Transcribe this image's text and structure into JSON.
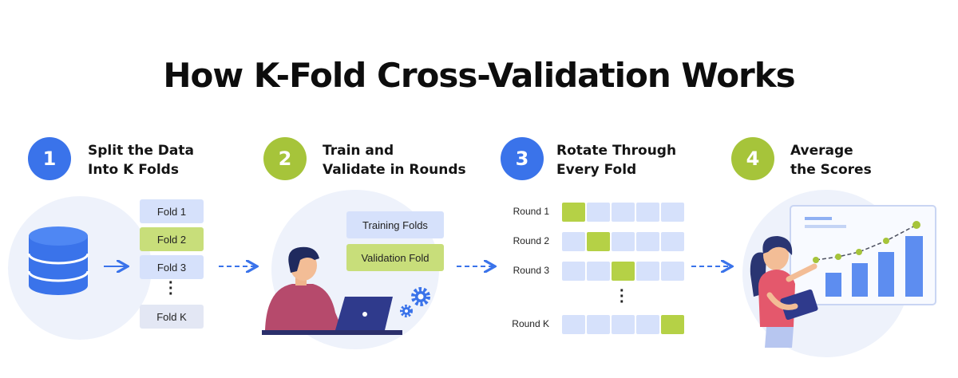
{
  "title": "How K-Fold Cross-Validation Works",
  "steps": [
    {
      "number": "1",
      "line1": "Split the Data",
      "line2": "Into K Folds",
      "color": "#3a73ea"
    },
    {
      "number": "2",
      "line1": "Train and",
      "line2": "Validate in Rounds",
      "color": "#a6c43a"
    },
    {
      "number": "3",
      "line1": "Rotate Through",
      "line2": "Every Fold",
      "color": "#3a73ea"
    },
    {
      "number": "4",
      "line1": "Average",
      "line2": "the Scores",
      "color": "#a6c43a"
    }
  ],
  "folds": [
    "Fold 1",
    "Fold 2",
    "Fold 3",
    "Fold K"
  ],
  "legend": {
    "training": "Training Folds",
    "validation": "Validation Fold"
  },
  "rounds": [
    {
      "label": "Round 1",
      "validation_index": 0
    },
    {
      "label": "Round 2",
      "validation_index": 1
    },
    {
      "label": "Round 3",
      "validation_index": 2
    },
    {
      "label": "Round K",
      "validation_index": 4
    }
  ],
  "colors": {
    "blue": "#3a73ea",
    "green": "#a6c43a",
    "training": "#d6e1fb",
    "validation": "#b5d146"
  },
  "icons": [
    "database-icon",
    "gear-icon",
    "laptop-icon",
    "bar-chart-icon",
    "tablet-icon"
  ]
}
